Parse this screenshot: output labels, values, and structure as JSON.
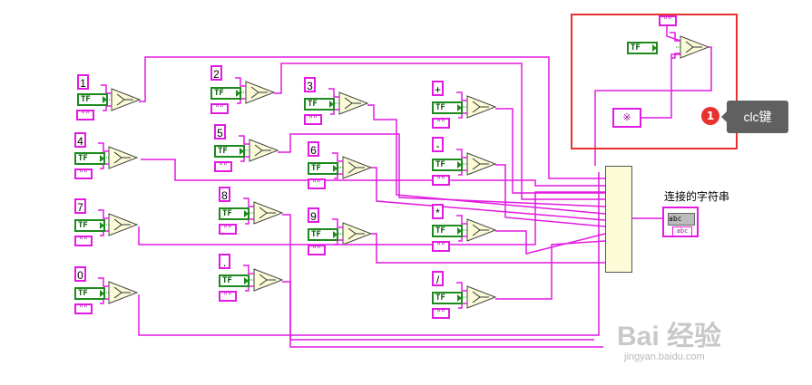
{
  "numbers": [
    {
      "key": "1"
    },
    {
      "key": "4"
    },
    {
      "key": "7"
    },
    {
      "key": "0"
    },
    {
      "key": "2"
    },
    {
      "key": "5"
    },
    {
      "key": "8"
    },
    {
      "key": "."
    },
    {
      "key": "3"
    },
    {
      "key": "6"
    },
    {
      "key": "9"
    },
    {
      "key": "+"
    },
    {
      "key": "-"
    },
    {
      "key": "*"
    },
    {
      "key": "/"
    }
  ],
  "tf_label": "TF",
  "empty_string": "\"\"",
  "clc_constant": "\"\"",
  "clc_string": "※",
  "output_label": "连接的字符串",
  "indicator_inner": "abc",
  "indicator_tag": "abc",
  "annotation": {
    "number": "1",
    "text": "clc键"
  },
  "accent_color": "#e21ae2",
  "wire_color": "#e21ae2",
  "highlight_color": "#e8312f",
  "watermark": {
    "brand": "Bai 经验",
    "url": "jingyan.baidu.com"
  }
}
